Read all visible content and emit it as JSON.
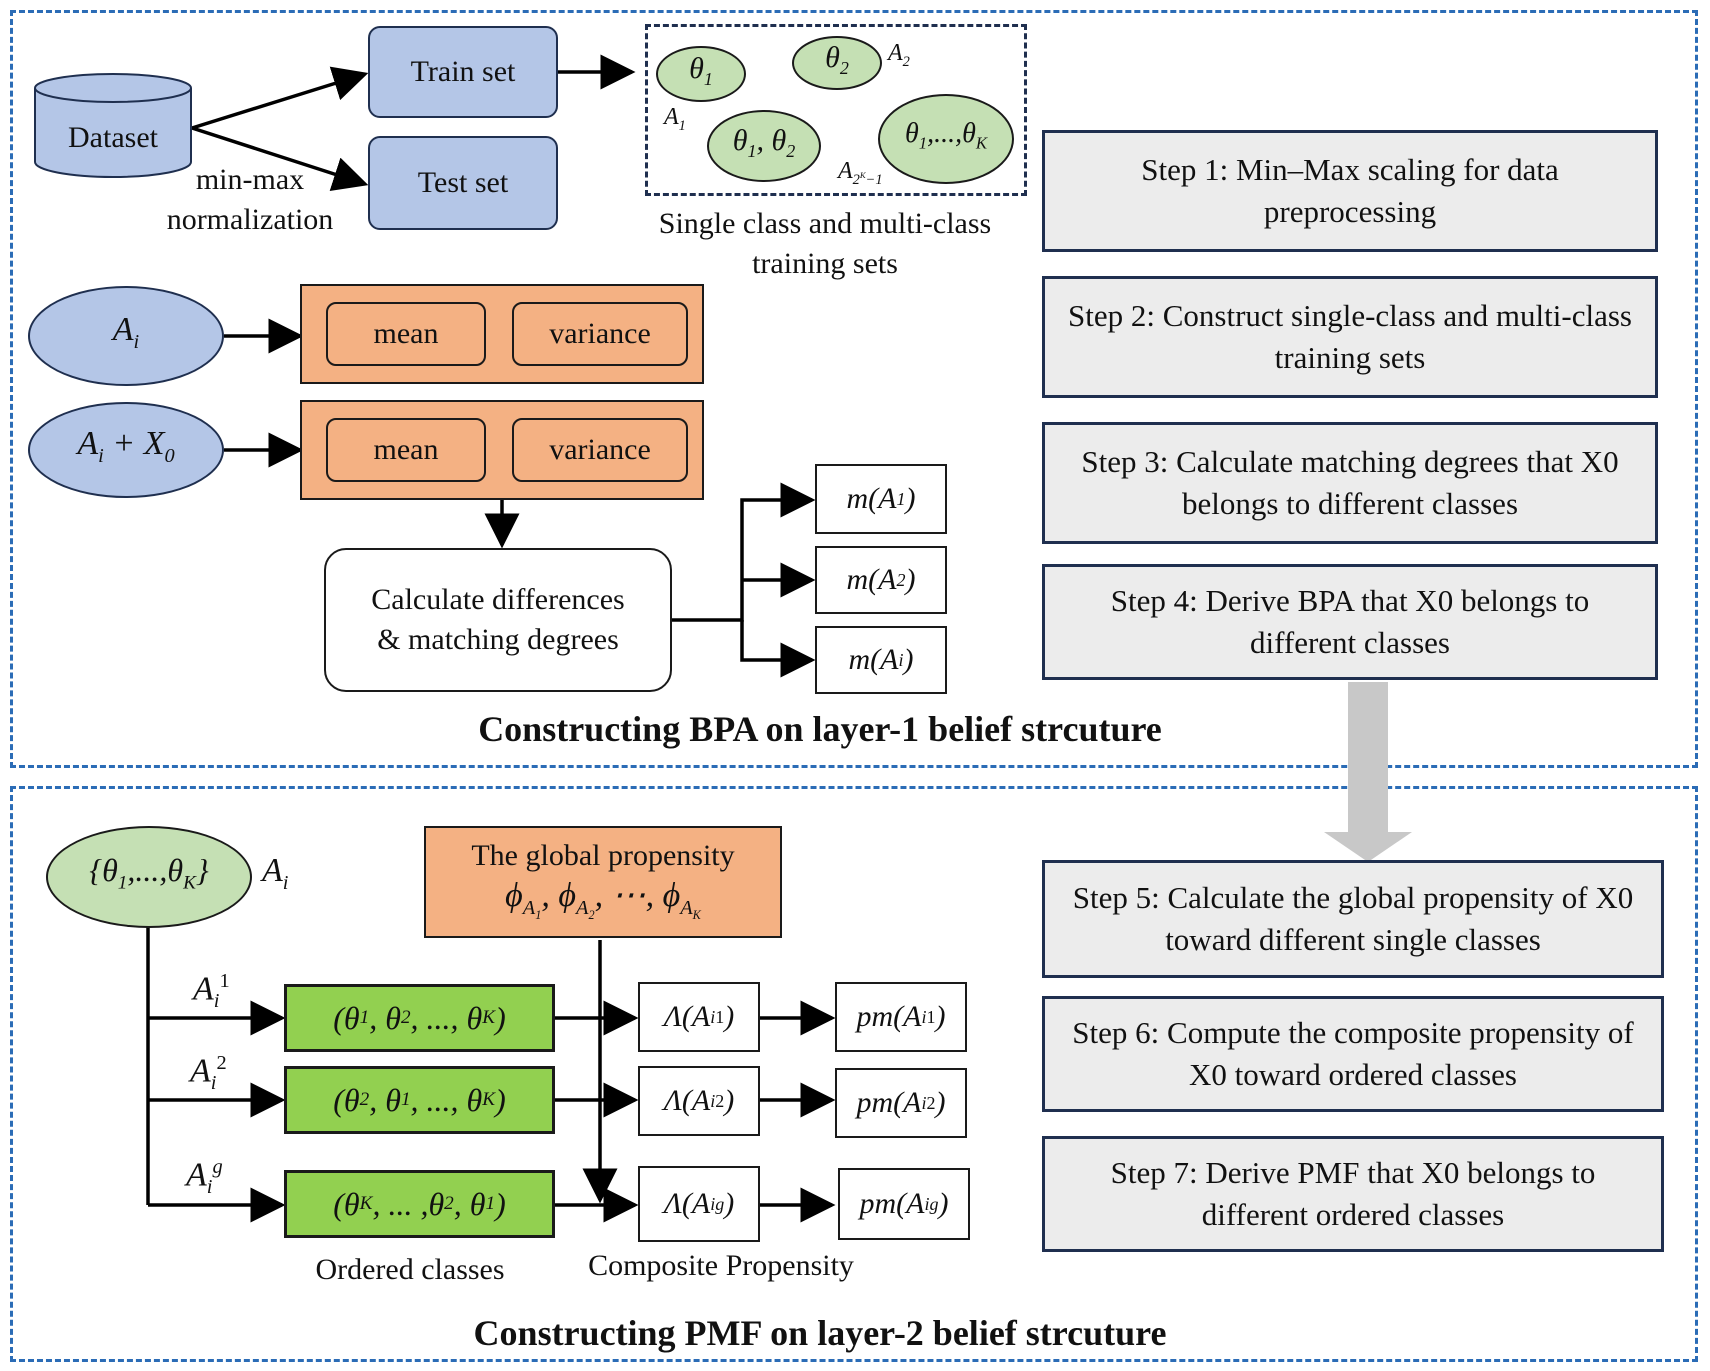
{
  "layer1": {
    "title": "Constructing BPA on layer-1 belief strcuture",
    "dataset": "Dataset",
    "train_set": "Train set",
    "test_set": "Test set",
    "normalization": "min-max normalization",
    "training_sets_caption": "Single class and multi-class training sets",
    "mean": "mean",
    "variance": "variance",
    "calc_box": "Calculate differences & matching degrees"
  },
  "layer2": {
    "title": "Constructing PMF on layer-2 belief strcuture",
    "global_propensity_title": "The global propensity",
    "ordered_classes": "Ordered classes",
    "composite_propensity": "Composite Propensity"
  },
  "steps": [
    "Step 1: Min–Max scaling for data preprocessing",
    "Step 2: Construct single-class and multi-class training sets",
    "Step 3: Calculate matching degrees that X0 belongs to different classes",
    "Step 4: Derive BPA that X0 belongs to different classes",
    "Step 5: Calculate the global propensity of X0 toward different single classes",
    "Step 6: Compute the composite propensity of X0 toward ordered classes",
    "Step 7: Derive PMF that X0 belongs to different ordered classes"
  ],
  "colors": {
    "panel_border": "#2b6cb6",
    "blue_fill": "#b4c6e7",
    "salmon_fill": "#f4b183",
    "light_green": "#c5e0b4",
    "bright_green": "#92d050",
    "step_fill": "#ececec",
    "big_arrow": "#c8c8c8"
  }
}
